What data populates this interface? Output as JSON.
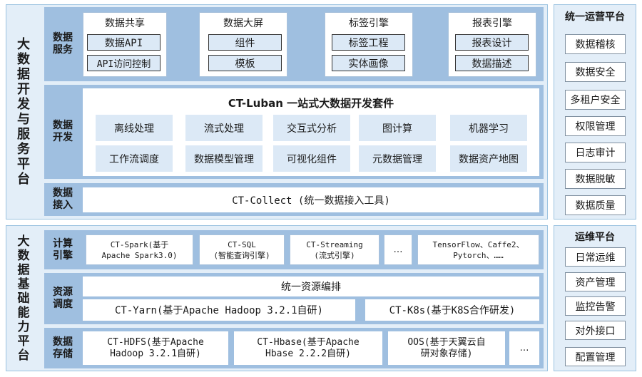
{
  "big_data_dev": {
    "title_chars": [
      "大",
      "数",
      "据",
      "开",
      "发",
      "与",
      "服",
      "务",
      "平",
      "台"
    ],
    "data_service": {
      "label": "数据\n服务",
      "groups": [
        {
          "title": "数据共享",
          "items": [
            "数据API",
            "API访问控制"
          ]
        },
        {
          "title": "数据大屏",
          "items": [
            "组件",
            "模板"
          ]
        },
        {
          "title": "标签引擎",
          "items": [
            "标签工程",
            "实体画像"
          ]
        },
        {
          "title": "报表引擎",
          "items": [
            "报表设计",
            "数据描述"
          ]
        }
      ]
    },
    "data_dev": {
      "label": "数据\n开发",
      "suite_title": "CT-Luban 一站式大数据开发套件",
      "row1": [
        "离线处理",
        "流式处理",
        "交互式分析",
        "图计算",
        "机器学习"
      ],
      "row2": [
        "工作流调度",
        "数据模型管理",
        "可视化组件",
        "元数据管理",
        "数据资产地图"
      ]
    },
    "data_ingest": {
      "label": "数据\n接入",
      "tool": "CT-Collect (统一数据接入工具)"
    }
  },
  "big_data_base": {
    "title_chars": [
      "大",
      "数",
      "据",
      "基",
      "础",
      "能",
      "力",
      "平",
      "台"
    ],
    "compute": {
      "label": "计算\n引擎",
      "engines": [
        "CT-Spark(基于\nApache Spark3.0)",
        "CT-SQL\n(智能查询引擎)",
        "CT-Streaming\n(流式引擎)",
        "…",
        "TensorFlow、Caffe2、\nPytorch、……"
      ]
    },
    "resource": {
      "label": "资源\n调度",
      "unified": "统一资源编排",
      "yarn": "CT-Yarn(基于Apache Hadoop 3.2.1自研)",
      "k8s": "CT-K8s(基于K8S合作研发)"
    },
    "storage": {
      "label": "数据\n存储",
      "items": [
        "CT-HDFS(基于Apache\nHadoop 3.2.1自研)",
        "CT-Hbase(基于Apache\nHbase 2.2.2自研)",
        "OOS(基于天翼云自\n研对象存储)",
        "…"
      ]
    }
  },
  "ops_platform": {
    "title": "统一运营平台",
    "items": [
      "数据稽核",
      "数据安全",
      "多租户安全",
      "权限管理",
      "日志审计",
      "数据脱敏",
      "数据质量"
    ]
  },
  "maintenance_platform": {
    "title": "运维平台",
    "items": [
      "日常运维",
      "资产管理",
      "监控告警",
      "对外接口",
      "配置管理"
    ]
  },
  "colors": {
    "zone": "#e3eef8",
    "band": "#9fbfe0",
    "light_box": "#dce9f6",
    "border": "#9cc3e0"
  }
}
